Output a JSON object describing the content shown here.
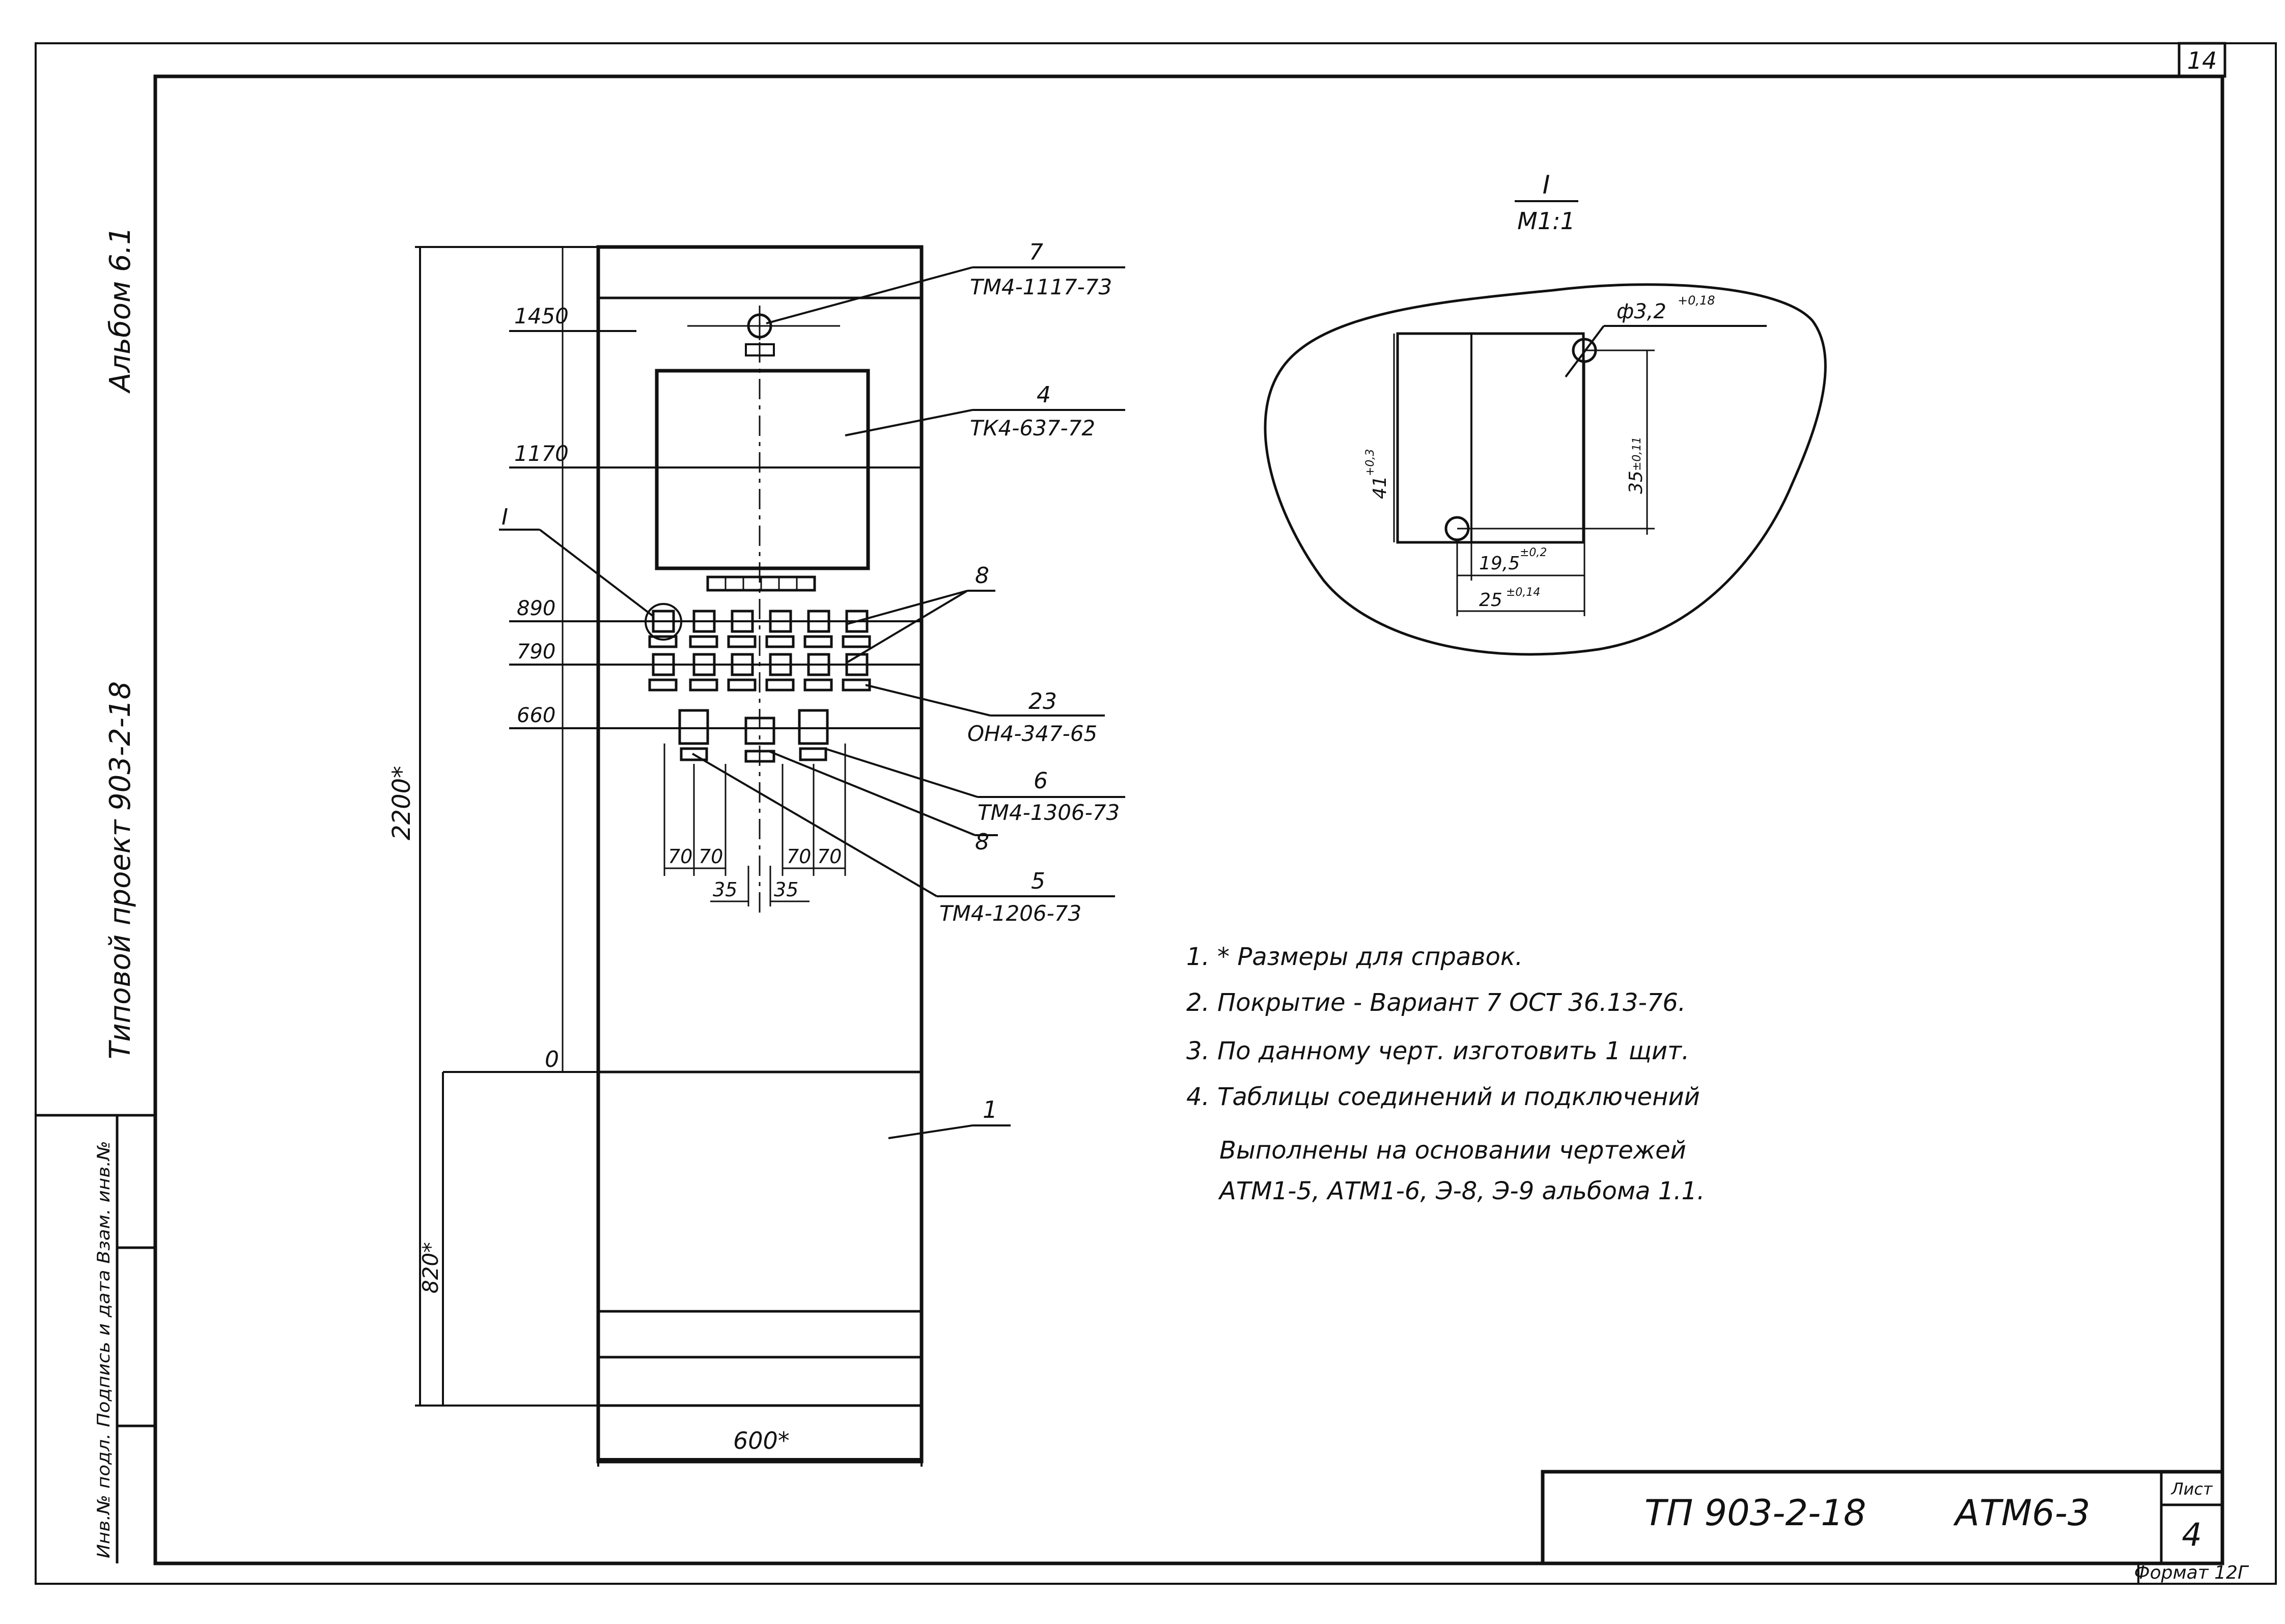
{
  "sheet": {
    "number": "14",
    "format": "Формат 12Г",
    "sheet_label": "Лист",
    "sheet_value": "4",
    "doc_code": "ТП 903-2-18",
    "drawing_code": "АТМ6-3"
  },
  "side": {
    "album": "Альбом 6.1",
    "project": "Типовой проект 903-2-18",
    "stamp": "Инв.№ подл.  Подпись и дата  Взам. инв.№"
  },
  "levels": {
    "l1450": "1450",
    "l1170": "1170",
    "l890": "890",
    "l790": "790",
    "l660": "660",
    "l0": "0"
  },
  "dims": {
    "height": "2200*",
    "width": "600*",
    "base": "820*",
    "d70a": "70",
    "d70b": "70",
    "d70c": "70",
    "d70d": "70",
    "d35a": "35",
    "d35b": "35"
  },
  "callouts": {
    "c7_num": "7",
    "c7_code": "ТМ4-1117-73",
    "c4_num": "4",
    "c4_code": "ТК4-637-72",
    "c8_num": "8",
    "c23_num": "23",
    "c23_code": "ОН4-347-65",
    "c6_num": "6",
    "c6_code": "ТМ4-1306-73",
    "c8b_num": "8",
    "c5_num": "5",
    "c5_code": "ТМ4-1206-73",
    "c1_num": "1",
    "view_mark": "I"
  },
  "detail": {
    "title": "I",
    "scale": "М1:1",
    "hole": "ф3,2",
    "hole_tol": "+0,18",
    "h41": "41",
    "h41_tol": "+0,3",
    "h35": "35",
    "h35_tol": "±0,11",
    "w195": "19,5",
    "w195_tol": "±0,2",
    "w25": "25",
    "w25_tol": "±0,14"
  },
  "notes": [
    "1. * Размеры для справок.",
    "2. Покрытие - Вариант 7  ОСТ 36.13-76.",
    "3. По данному черт. изготовить 1 щит.",
    "4. Таблицы соединений  и  подключений",
    "Выполнены  на основании  чертежей",
    "АТМ1-5, АТМ1-6, Э-8, Э-9  альбома 1.1."
  ]
}
